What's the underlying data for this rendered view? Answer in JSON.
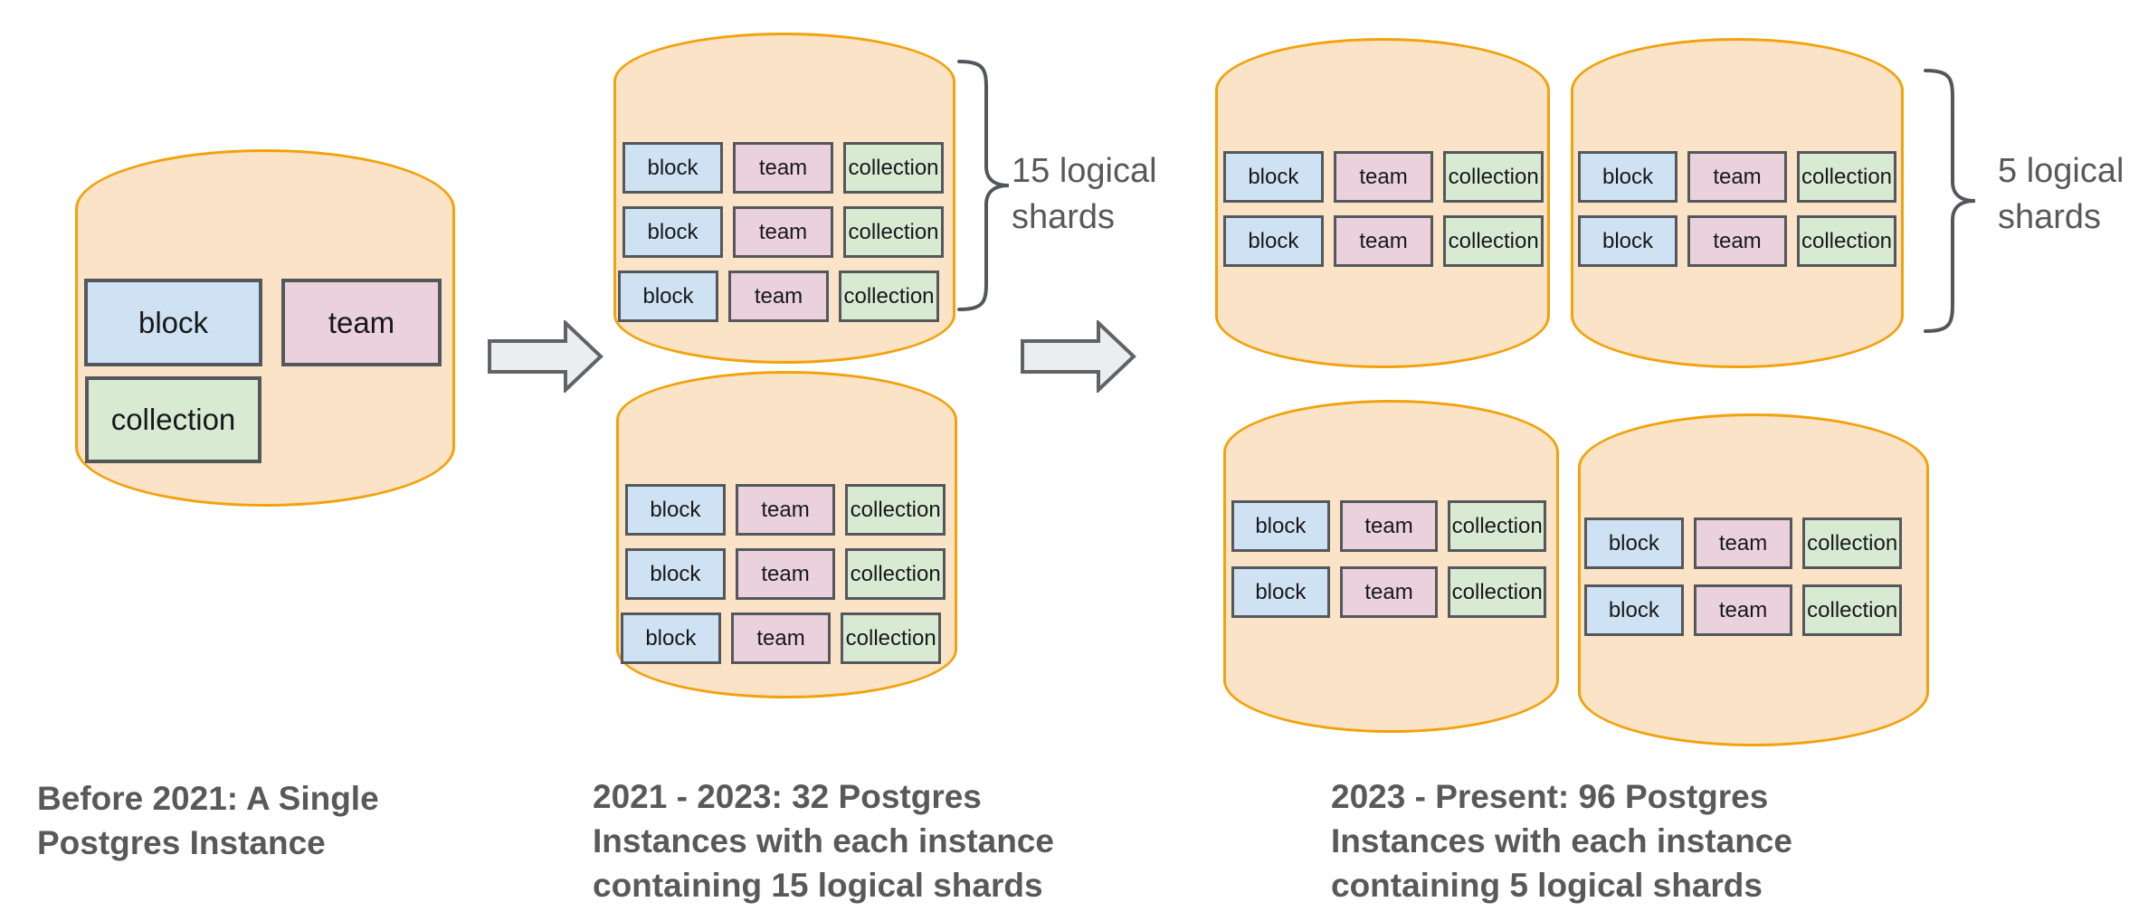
{
  "tables": [
    {
      "key": "block",
      "label": "block"
    },
    {
      "key": "team",
      "label": "team"
    },
    {
      "key": "collection",
      "label": "collection"
    }
  ],
  "stages": [
    {
      "caption": "Before 2021: A Single Postgres Instance"
    },
    {
      "caption": "2021 - 2023: 32 Postgres Instances with each instance containing 15 logical shards",
      "shard_label": "15 logical shards"
    },
    {
      "caption": "2023 - Present: 96 Postgres Instances with each instance containing 5 logical shards",
      "shard_label": "5 logical shards"
    }
  ],
  "colors": {
    "cylinder_fill": "#FBE3C7",
    "cylinder_stroke": "#F2A20B",
    "block_fill": "#CFE2F3",
    "team_fill": "#EAD1DC",
    "collection_fill": "#D9EAD3",
    "box_stroke": "#54585C",
    "text_dark": "#17181A",
    "caption_gray": "#595959",
    "arrow_fill": "#ECEDEE",
    "arrow_stroke": "#5F6368",
    "brace_stroke": "#53575C"
  }
}
